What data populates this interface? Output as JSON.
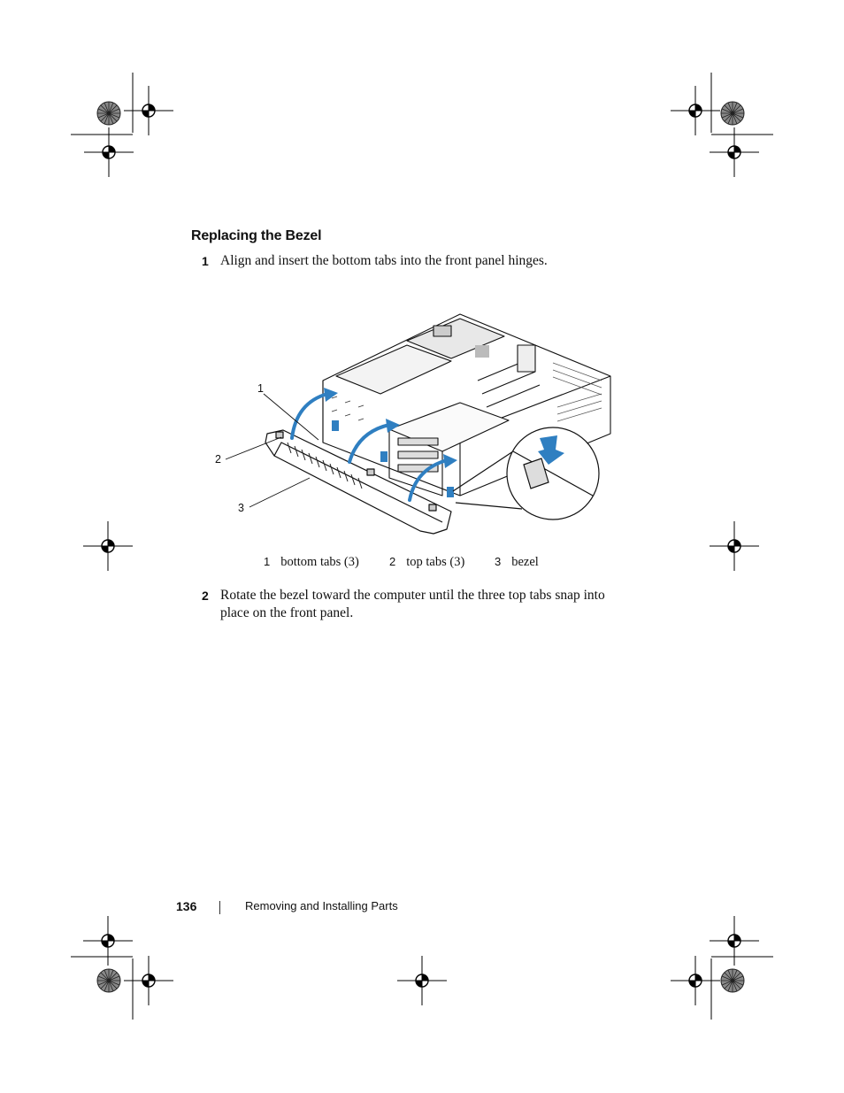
{
  "section": {
    "heading": "Replacing the Bezel"
  },
  "steps": [
    {
      "number": "1",
      "text": "Align and insert the bottom tabs into the front panel hinges."
    },
    {
      "number": "2",
      "line1": "Rotate the bezel toward the computer until the three top tabs snap into",
      "line2": "place on the front panel."
    }
  ],
  "figure": {
    "callouts": [
      "1",
      "2",
      "3"
    ],
    "legend": [
      {
        "number": "1",
        "label": "bottom tabs (3)"
      },
      {
        "number": "2",
        "label": "top tabs (3)"
      },
      {
        "number": "3",
        "label": "bezel"
      }
    ],
    "accent_color": "#2f7fc1"
  },
  "footer": {
    "page_number": "136",
    "chapter": "Removing and Installing Parts"
  }
}
